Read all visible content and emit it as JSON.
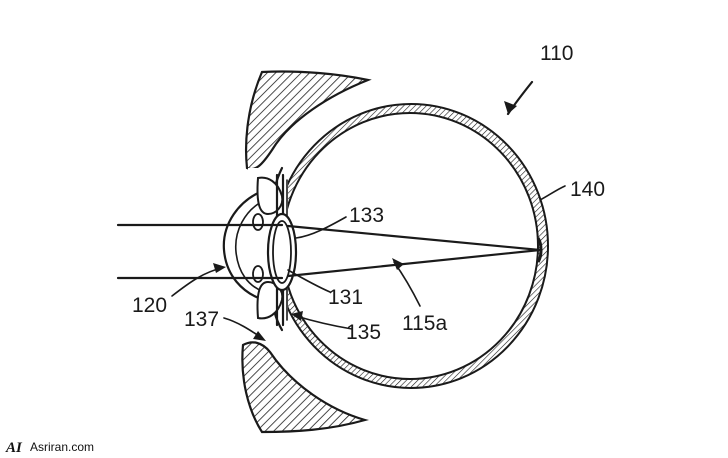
{
  "labels": {
    "eye": "110",
    "retina": "140",
    "cornea": "120",
    "lens_front": "133",
    "lens": "131",
    "ray": "115a",
    "support": "135",
    "iris": "137"
  },
  "watermark": {
    "logo": "AI",
    "site": "Asriran.com"
  }
}
